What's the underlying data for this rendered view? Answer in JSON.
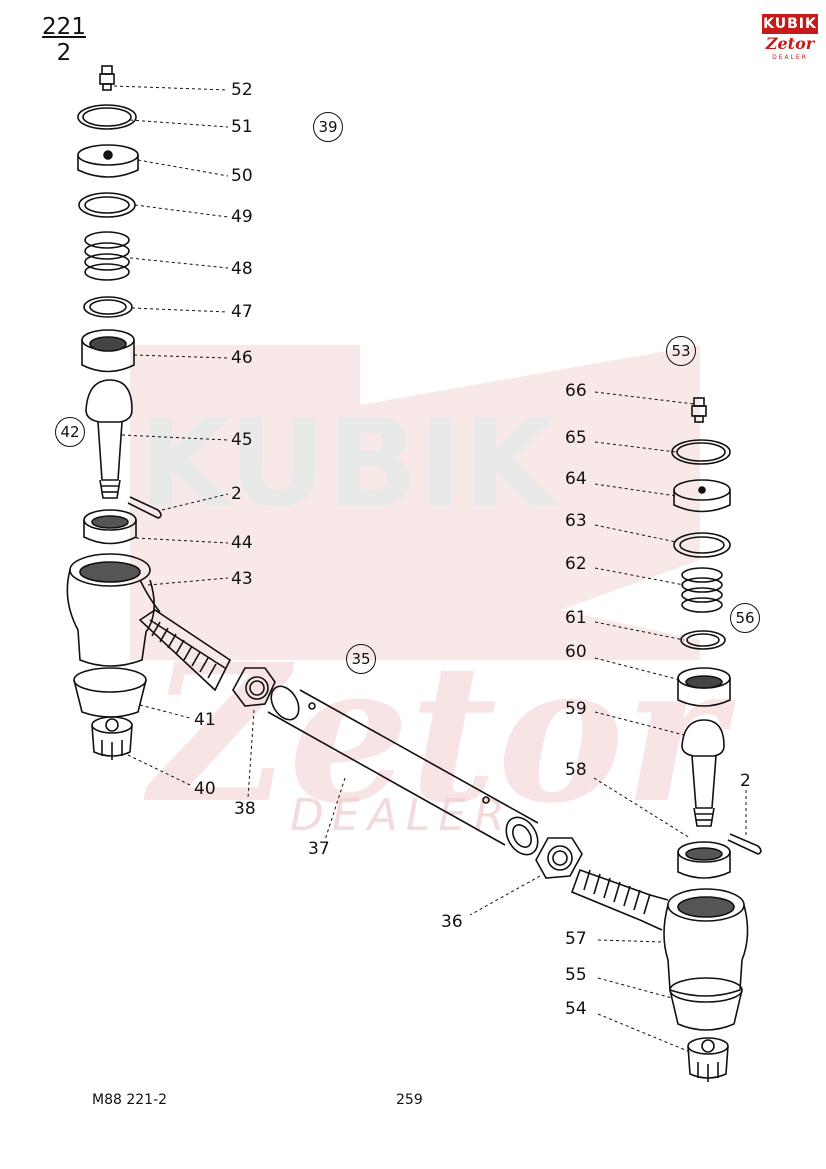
{
  "header": {
    "page_ref_numerator": "221",
    "page_ref_denominator": "2",
    "logo_top": "KUBIK",
    "logo_mid": "Zetor",
    "logo_bottom": "DEALER"
  },
  "watermark": {
    "line1": "KUBIK",
    "line2": "Zetor",
    "line3": "DEALER",
    "color": "#f2d6d6"
  },
  "group_refs": [
    "39",
    "42",
    "53",
    "56",
    "35"
  ],
  "part_labels": [
    "52",
    "51",
    "50",
    "49",
    "48",
    "47",
    "46",
    "45",
    "2",
    "44",
    "43",
    "41",
    "40",
    "38",
    "37",
    "36",
    "66",
    "65",
    "64",
    "63",
    "62",
    "61",
    "60",
    "59",
    "58",
    "2",
    "57",
    "55",
    "54"
  ],
  "footer": {
    "code": "M88  221-2",
    "page": "259"
  }
}
